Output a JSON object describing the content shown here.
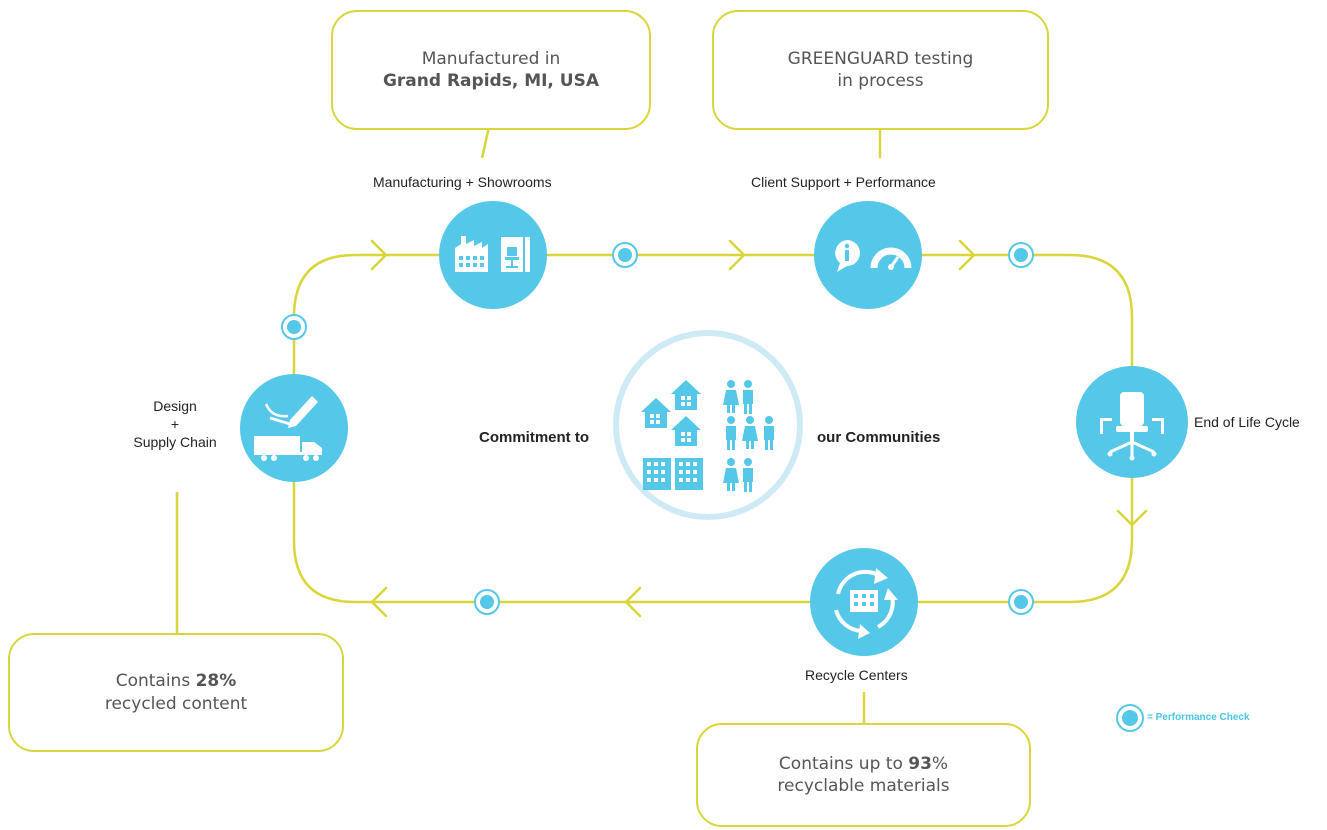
{
  "colors": {
    "accent": "#55c7e8",
    "line": "#d8d63a",
    "ring": "#cdeaf5"
  },
  "callouts": {
    "manufactured": {
      "line1": "Manufactured in",
      "line2": "Grand Rapids, MI, USA"
    },
    "greenguard": {
      "line1": "GREENGUARD testing",
      "line2": "in process"
    },
    "recycled": {
      "prefix": "Contains ",
      "value": "28%",
      "line2": "recycled content"
    },
    "recyclable": {
      "prefix": "Contains up to ",
      "value": "93",
      "suffix": "%",
      "line2": "recyclable materials"
    }
  },
  "stages": {
    "manufacturing": {
      "label": "Manufacturing + Showrooms",
      "icons": [
        "factory-icon",
        "showroom-chair-icon"
      ]
    },
    "client_support": {
      "label": "Client Support + Performance",
      "icons": [
        "info-icon",
        "speedometer-icon"
      ]
    },
    "end_of_life": {
      "label": "End of Life Cycle",
      "icons": [
        "office-chair-icon"
      ]
    },
    "recycle": {
      "label": "Recycle Centers",
      "icons": [
        "recycle-building-icon"
      ]
    },
    "design": {
      "label_line1": "Design",
      "label_line2": "+",
      "label_line3": "Supply Chain",
      "icons": [
        "pencil-icon",
        "truck-icon"
      ]
    }
  },
  "center": {
    "left": "Commitment to",
    "right": "our Communities",
    "icons": [
      "houses-icon",
      "people-icon",
      "buildings-icon"
    ]
  },
  "legend": {
    "text": "= Performance Check"
  }
}
